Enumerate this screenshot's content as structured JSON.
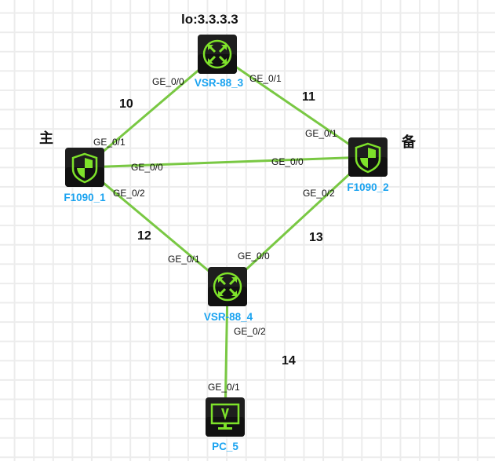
{
  "annotations": {
    "loopback": "lo:3.3.3.3",
    "primary": "主",
    "backup": "备"
  },
  "colors": {
    "link": "#79c843",
    "icon": "#7ee22a",
    "label": "#1aa3f0",
    "device_bg": "#1e1e1e"
  },
  "devices": [
    {
      "id": "sr3",
      "name": "VSR-88_3",
      "type": "router",
      "icon": "router-icon"
    },
    {
      "id": "f1",
      "name": "F1090_1",
      "type": "firewall",
      "icon": "shield-icon"
    },
    {
      "id": "f2",
      "name": "F1090_2",
      "type": "firewall",
      "icon": "shield-icon"
    },
    {
      "id": "sr4",
      "name": "VSR-88_4",
      "type": "router",
      "icon": "router-icon"
    },
    {
      "id": "pc5",
      "name": "PC_5",
      "type": "pc",
      "icon": "monitor-icon"
    }
  ],
  "links": [
    {
      "from": "sr3",
      "to": "f1",
      "from_port": "GE_0/0",
      "to_port": "GE_0/1",
      "label": "10"
    },
    {
      "from": "sr3",
      "to": "f2",
      "from_port": "GE_0/1",
      "to_port": "GE_0/1",
      "label": "11"
    },
    {
      "from": "f1",
      "to": "f2",
      "from_port": "GE_0/0",
      "to_port": "GE_0/0",
      "label": ""
    },
    {
      "from": "f1",
      "to": "sr4",
      "from_port": "GE_0/2",
      "to_port": "GE_0/1",
      "label": "12"
    },
    {
      "from": "f2",
      "to": "sr4",
      "from_port": "GE_0/2",
      "to_port": "GE_0/0",
      "label": "13"
    },
    {
      "from": "sr4",
      "to": "pc5",
      "from_port": "GE_0/2",
      "to_port": "GE_0/1",
      "label": "14"
    }
  ]
}
